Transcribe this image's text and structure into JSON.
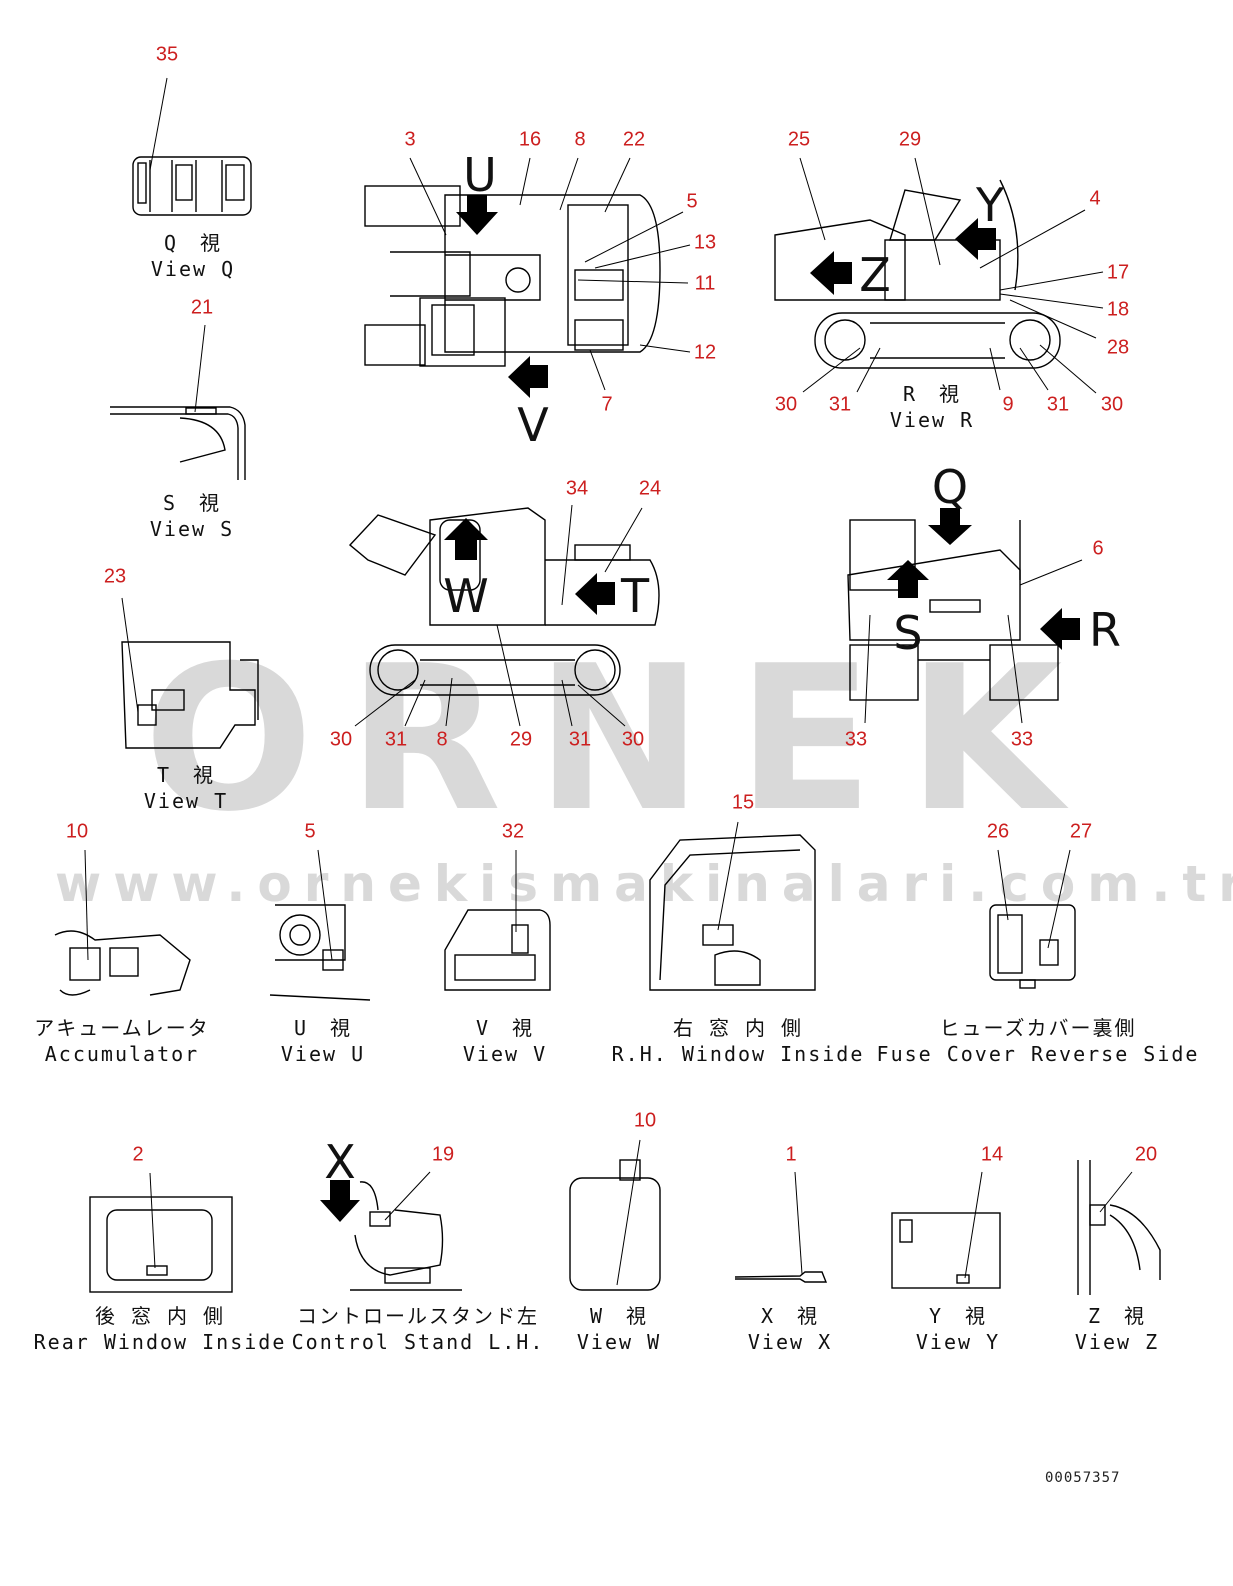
{
  "watermark": {
    "brand": "ORNEK",
    "url": "www.ornekismakinalari.com.tr"
  },
  "doc_number": "00057357",
  "callouts": {
    "q35": "35",
    "s21": "21",
    "t23": "23",
    "top3": "3",
    "top16": "16",
    "top8": "8",
    "top22": "22",
    "top5": "5",
    "top13": "13",
    "top11": "11",
    "top12": "12",
    "top7": "7",
    "r25": "25",
    "r29": "29",
    "r4": "4",
    "r17": "17",
    "r18": "18",
    "r28": "28",
    "r30a": "30",
    "r31a": "31",
    "r9": "9",
    "r31b": "31",
    "r30b": "30",
    "s34": "34",
    "s24": "24",
    "s30a": "30",
    "s31a": "31",
    "s8": "8",
    "s29": "29",
    "s31b": "31",
    "s30b": "30",
    "f6": "6",
    "f33a": "33",
    "f33b": "33",
    "acc10": "10",
    "u5": "5",
    "v32": "32",
    "rh15": "15",
    "fc26": "26",
    "fc27": "27",
    "rw2": "2",
    "cs19": "19",
    "w10": "10",
    "x1": "1",
    "y14": "14",
    "z20": "20"
  },
  "view_letters": {
    "U": "U",
    "V": "V",
    "Y": "Y",
    "Z": "Z",
    "W": "W",
    "T": "T",
    "Q": "Q",
    "S": "S",
    "R": "R",
    "X": "X"
  },
  "captions": {
    "q": {
      "jp": "Q　視",
      "en": "View Q"
    },
    "s": {
      "jp": "S　視",
      "en": "View S"
    },
    "r": {
      "jp": "R　視",
      "en": "View R"
    },
    "t": {
      "jp": "T　視",
      "en": "View T"
    },
    "acc": {
      "jp": "アキュームレータ",
      "en": "Accumulator"
    },
    "u": {
      "jp": "U　視",
      "en": "View U"
    },
    "v": {
      "jp": "V　視",
      "en": "View V"
    },
    "rh": {
      "jp": "右 窓 内 側",
      "en": "R.H. Window Inside"
    },
    "fc": {
      "jp": "ヒューズカバー裏側",
      "en": "Fuse Cover Reverse Side"
    },
    "rw": {
      "jp": "後 窓 内 側",
      "en": "Rear Window Inside"
    },
    "cs": {
      "jp": "コントロールスタンド左",
      "en": "Control Stand L.H."
    },
    "w": {
      "jp": "W　視",
      "en": "View W"
    },
    "x": {
      "jp": "X　視",
      "en": "View X"
    },
    "y": {
      "jp": "Y　視",
      "en": "View Y"
    },
    "z": {
      "jp": "Z　視",
      "en": "View Z"
    }
  }
}
